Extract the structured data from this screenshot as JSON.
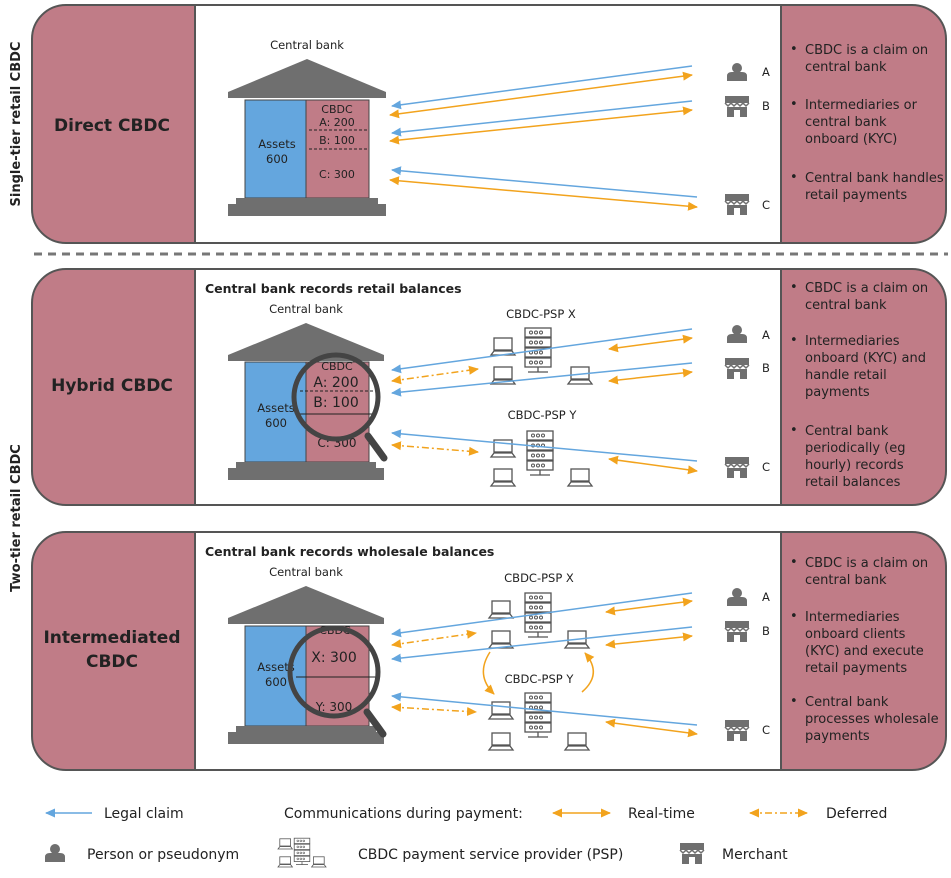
{
  "colors": {
    "panel": "#c07c87",
    "assets": "#64a6de",
    "bank": "#6f6f6f",
    "legal_claim": "#64a6de",
    "realtime": "#f2a31d",
    "border": "#555555"
  },
  "side_labels": {
    "single_tier": "Single-tier retail CBDC",
    "two_tier": "Two-tier retail CBDC"
  },
  "rows": [
    {
      "title_lines": [
        "Direct CBDC"
      ],
      "subtitle": "",
      "central_bank": "Central bank",
      "assets_lines": [
        "Assets",
        "600"
      ],
      "cbdc_lines": [
        "CBDC",
        "A: 200",
        "B: 100",
        "C: 300"
      ],
      "psp_labels": [],
      "users": [
        "A",
        "B",
        "C"
      ],
      "bullets": [
        [
          "CBDC is a claim on",
          "central bank"
        ],
        [
          "Intermediaries or",
          "central bank",
          "onboard (KYC)"
        ],
        [
          "Central bank handles",
          "retail payments"
        ]
      ]
    },
    {
      "title_lines": [
        "Hybrid CBDC"
      ],
      "subtitle": "Central bank records retail balances",
      "central_bank": "Central bank",
      "assets_lines": [
        "Assets",
        "600"
      ],
      "cbdc_lines": [
        "CBDC",
        "A: 200",
        "B: 100",
        "C: 300"
      ],
      "psp_labels": [
        "CBDC-PSP X",
        "CBDC-PSP Y"
      ],
      "users": [
        "A",
        "B",
        "C"
      ],
      "bullets": [
        [
          "CBDC is a claim on",
          "central bank"
        ],
        [
          "Intermediaries",
          "onboard (KYC) and",
          "handle retail",
          "payments"
        ],
        [
          "Central bank",
          "periodically (eg",
          "hourly) records",
          "retail balances"
        ]
      ]
    },
    {
      "title_lines": [
        "Intermediated",
        "CBDC"
      ],
      "subtitle": "Central bank records wholesale balances",
      "central_bank": "Central bank",
      "assets_lines": [
        "Assets",
        "600"
      ],
      "cbdc_lines": [
        "CBDC",
        "X: 300",
        "Y: 300"
      ],
      "psp_labels": [
        "CBDC-PSP X",
        "CBDC-PSP Y"
      ],
      "users": [
        "A",
        "B",
        "C"
      ],
      "bullets": [
        [
          "CBDC is a claim on",
          "central bank"
        ],
        [
          "Intermediaries",
          "onboard clients",
          "(KYC) and execute",
          "retail payments"
        ],
        [
          "Central bank",
          "processes wholesale",
          "payments"
        ]
      ]
    }
  ],
  "legend": {
    "legal_claim": "Legal claim",
    "communications": "Communications during payment:",
    "realtime": "Real-time",
    "deferred": "Deferred",
    "person": "Person or pseudonym",
    "psp": "CBDC payment service provider (PSP)",
    "merchant": "Merchant"
  }
}
